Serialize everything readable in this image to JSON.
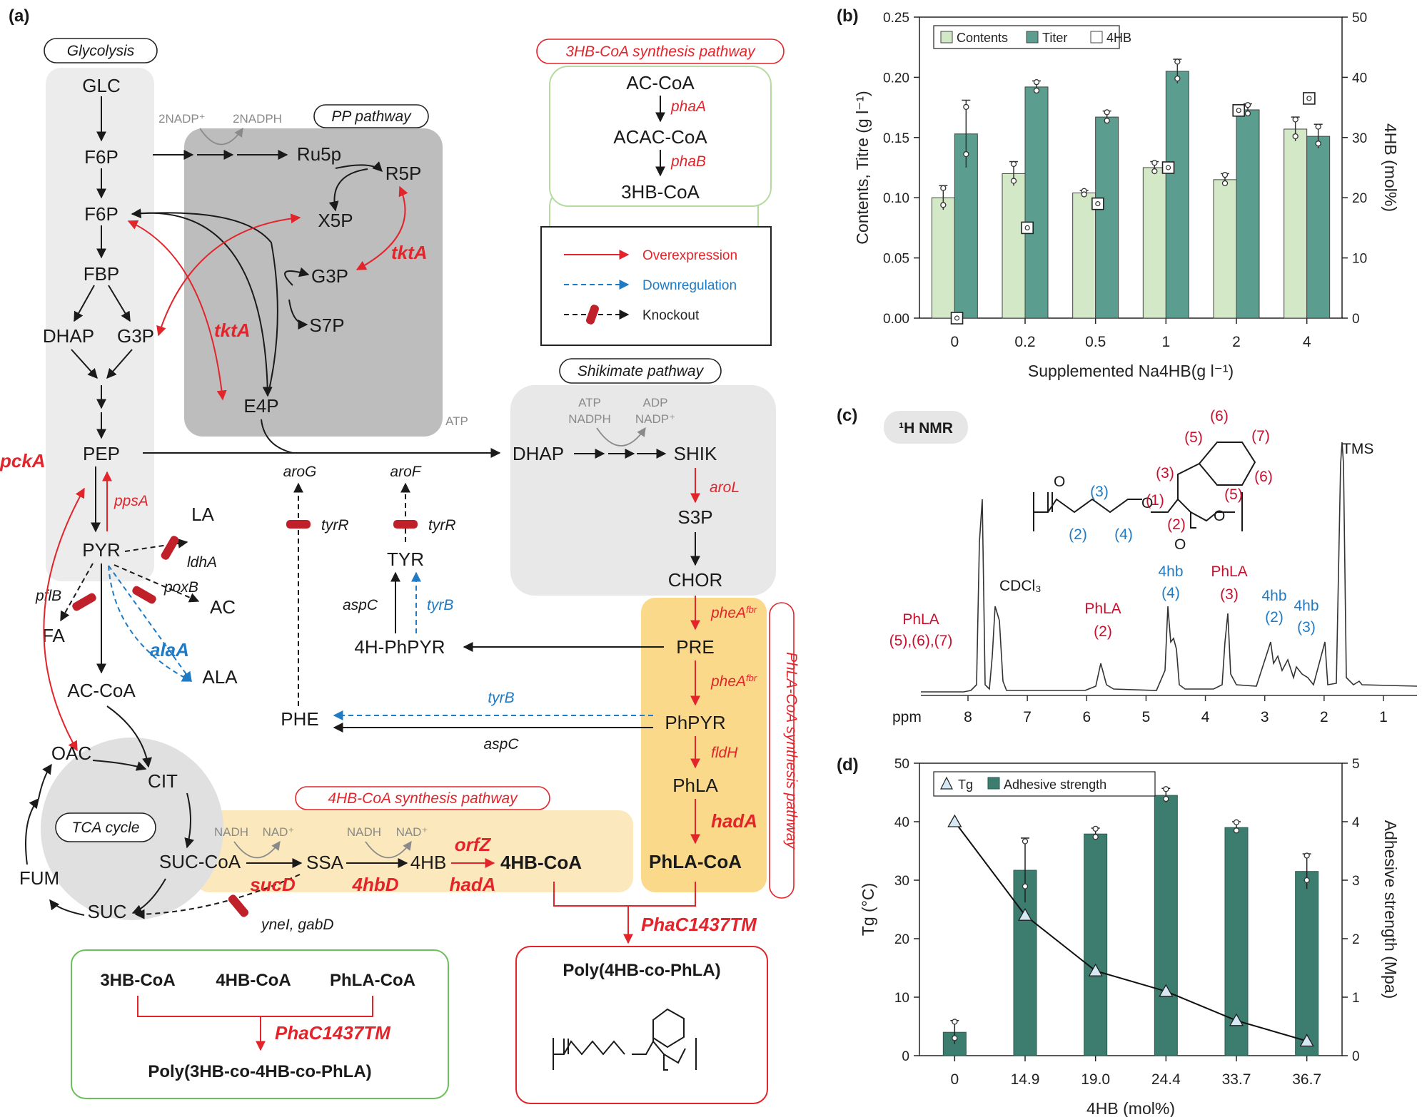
{
  "panels": {
    "a": "(a)",
    "b": "(b)",
    "c": "(c)",
    "d": "(d)"
  },
  "tags": {
    "glycolysis": "Glycolysis",
    "pp": "PP pathway",
    "tca": "TCA cycle",
    "shikimate": "Shikimate pathway",
    "hb3": "3HB-CoA synthesis pathway",
    "hb4": "4HB-CoA synthesis pathway",
    "phla": "PhLA-CoA synthesis pathway"
  },
  "legend": {
    "over": "Overexpression",
    "down": "Downregulation",
    "ko": "Knockout"
  },
  "nodes": {
    "glc": "GLC",
    "f6p1": "F6P",
    "f6p2": "F6P",
    "fbp": "FBP",
    "dhap": "DHAP",
    "g3p": "G3P",
    "pep": "PEP",
    "pyr": "PYR",
    "la": "LA",
    "ac": "AC",
    "fa": "FA",
    "ala": "ALA",
    "accoa": "AC-CoA",
    "ru5p": "Ru5p",
    "r5p": "R5P",
    "x5p": "X5P",
    "g3p2": "G3P",
    "s7p": "S7P",
    "e4p": "E4P",
    "oac": "OAC",
    "cit": "CIT",
    "succoa": "SUC-CoA",
    "suc": "SUC",
    "fum": "FUM",
    "ssa": "SSA",
    "hb4": "4HB",
    "hb4coa": "4HB-CoA",
    "phlacoa": "PhLA-CoA",
    "dhap2": "DHAP",
    "shik": "SHIK",
    "s3p": "S3P",
    "chor": "CHOR",
    "pre": "PRE",
    "phpyr": "PhPYR",
    "phla": "PhLA",
    "phe": "PHE",
    "tyr": "TYR",
    "hphpyr": "4H-PhPYR",
    "accoa2": "AC-CoA",
    "acaccoa": "ACAC-CoA",
    "hb3coa": "3HB-CoA"
  },
  "cofactors": {
    "nadp": "2NADP⁺",
    "nadph": "2NADPH",
    "atp": "ATP",
    "nadph1": "NADPH",
    "adp": "ADP",
    "nadp1": "NADP⁺",
    "nadh1": "NADH",
    "nad1": "NAD⁺",
    "nadh2": "NADH",
    "nad2": "NAD⁺"
  },
  "enzymes": {
    "tkta1": "tktA",
    "tkta2": "tktA",
    "ppsa": "ppsA",
    "pcka": "pckA",
    "ldha": "ldhA",
    "poxb": "poxB",
    "pflb": "pflB",
    "alaa": "alaA",
    "arog": "aroG",
    "arof": "aroF",
    "tyrr1": "tyrR",
    "tyrr2": "tyrR",
    "aspc1": "aspC",
    "tyrb1": "tyrB",
    "tyrb2": "tyrB",
    "aspc2": "aspC",
    "arol": "aroL",
    "phea1": "pheA",
    "phea2": "pheA",
    "fbr": "fbr",
    "fldh": "fldH",
    "hada1": "hadA",
    "suc_d": "sucD",
    "hbd": "4hbD",
    "orfz": "orfZ",
    "hada2": "hadA",
    "ynei": "yneI, gabD",
    "phaa": "phaA",
    "phab": "phaB",
    "phac1": "PhaC1437TM",
    "phac2": "PhaC1437TM"
  },
  "products": {
    "p1": "Poly(4HB-co-PhLA)",
    "p2_parts": [
      "3HB-CoA",
      "4HB-CoA",
      "PhLA-CoA"
    ],
    "p2": "Poly(3HB-co-4HB-co-PhLA)"
  },
  "chart_b": {
    "type": "bar",
    "categories": [
      "0",
      "0.2",
      "0.5",
      "1",
      "2",
      "4"
    ],
    "series": [
      {
        "name": "Contents",
        "axis": "left",
        "values": [
          0.1,
          0.12,
          0.104,
          0.125,
          0.115,
          0.157
        ],
        "err": [
          0.01,
          0.01,
          0.002,
          0.005,
          0.005,
          0.01
        ],
        "color": "#d3e8c6"
      },
      {
        "name": "Titer",
        "axis": "left",
        "values": [
          0.153,
          0.192,
          0.167,
          0.205,
          0.173,
          0.151
        ],
        "err": [
          0.028,
          0.005,
          0.005,
          0.01,
          0.005,
          0.01
        ],
        "color": "#5b9e8f"
      },
      {
        "name": "4HB",
        "axis": "right",
        "values": [
          0,
          15,
          19,
          25,
          34.5,
          36.5
        ],
        "color": "#ffffff"
      }
    ],
    "ylabel": "Contents, Titre (g l⁻¹)",
    "y2label": "4HB (mol%)",
    "xlabel": "Supplemented Na4HB(g l⁻¹)",
    "ylim": [
      0,
      0.25
    ],
    "y2lim": [
      0,
      50
    ],
    "yticks": [
      "0.00",
      "0.05",
      "0.10",
      "0.15",
      "0.20",
      "0.25"
    ],
    "y2ticks": [
      "0",
      "10",
      "20",
      "30",
      "40",
      "50"
    ]
  },
  "chart_d": {
    "type": "bar+line",
    "categories": [
      "0",
      "14.9",
      "19.0",
      "24.4",
      "33.7",
      "36.7"
    ],
    "bars": {
      "name": "Adhesive strength",
      "axis": "right",
      "values": [
        0.4,
        3.17,
        3.79,
        4.45,
        3.9,
        3.15
      ],
      "err": [
        0.2,
        0.55,
        0.1,
        0.12,
        0.1,
        0.3
      ],
      "color": "#3c7d6f"
    },
    "line": {
      "name": "Tg",
      "axis": "left",
      "values": [
        40,
        24,
        14.5,
        11,
        6,
        2.5
      ]
    },
    "ylabel": "Tg (°C)",
    "y2label": "Adhesive strength (Mpa)",
    "xlabel": "4HB (mol%)",
    "ylim": [
      0,
      50
    ],
    "y2lim": [
      0,
      5
    ],
    "yticks": [
      "0",
      "10",
      "20",
      "30",
      "40",
      "50"
    ],
    "y2ticks": [
      "0",
      "1",
      "2",
      "3",
      "4",
      "5"
    ]
  },
  "nmr": {
    "title": "¹H NMR",
    "ppm": "ppm",
    "xticks": [
      "8",
      "7",
      "6",
      "5",
      "4",
      "3",
      "2",
      "1"
    ],
    "tms": "TMS",
    "cdcl3": "CDCl₃",
    "peaks": [
      {
        "label": "PhLA",
        "sub": "(5),(6),(7)",
        "color": "red"
      },
      {
        "label": "PhLA",
        "sub": "(2)",
        "color": "red"
      },
      {
        "label": "4hb",
        "sub": "(4)",
        "color": "blue"
      },
      {
        "label": "PhLA",
        "sub": "(3)",
        "color": "red"
      },
      {
        "label": "4hb",
        "sub": "(2)",
        "color": "blue"
      },
      {
        "label": "4hb",
        "sub": "(3)",
        "color": "blue"
      }
    ],
    "struct_labels_red": [
      "(5)",
      "(6)",
      "(7)",
      "(6)",
      "(5)",
      "(3)",
      "(1)",
      "(2)"
    ],
    "struct_labels_blue": [
      "(3)",
      "(2)",
      "(4)"
    ]
  }
}
